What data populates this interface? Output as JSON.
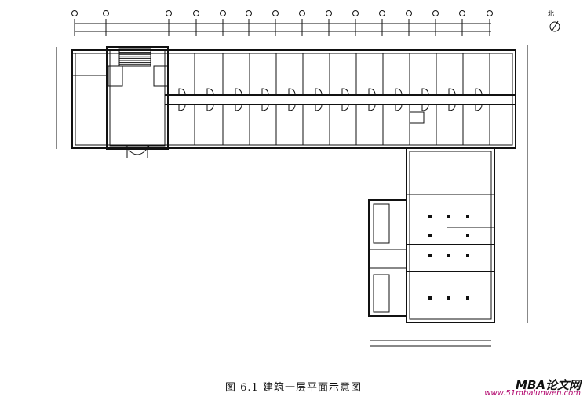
{
  "figure": {
    "caption": "图 6.1 建筑一层平面示意图"
  },
  "watermark": {
    "brand": "MBA论文网",
    "url": "www.51mbalunwen.com"
  },
  "north_arrow": {
    "label": "北"
  },
  "colors": {
    "line": "#111111",
    "watermark_url": "#b0006a"
  }
}
